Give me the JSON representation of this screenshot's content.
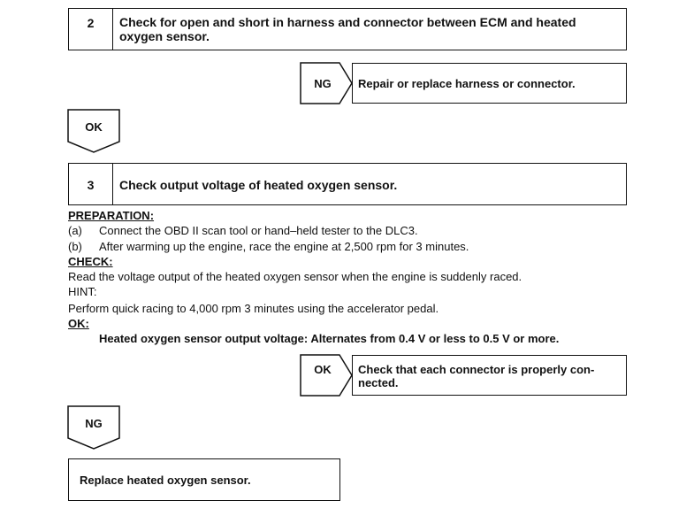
{
  "step2": {
    "number": "2",
    "title": "Check for open and short in harness and connector between ECM and heated oxygen sensor.",
    "ng_label": "NG",
    "ng_action": "Repair or replace harness or connector.",
    "ok_label": "OK"
  },
  "step3": {
    "number": "3",
    "title": "Check output voltage of heated oxygen sensor.",
    "preparation_heading": "PREPARATION:",
    "prep_items": [
      {
        "marker": "(a)",
        "text": "Connect the OBD II scan tool or hand–held tester to the DLC3."
      },
      {
        "marker": "(b)",
        "text": "After warming up the engine, race the engine at 2,500 rpm for 3 minutes."
      }
    ],
    "check_heading": "CHECK:",
    "check_text": "Read the voltage output of the heated oxygen sensor when the engine is suddenly raced.",
    "hint_heading": "HINT:",
    "hint_text": "Perform quick racing to 4,000 rpm 3 minutes using the accelerator pedal.",
    "ok_heading": "OK:",
    "ok_spec": "Heated oxygen sensor output voltage: Alternates from 0.4 V or less to 0.5 V or more.",
    "ok_label": "OK",
    "ok_action": "Check that each connector is properly con- nected.",
    "ng_label": "NG"
  },
  "final_action": "Replace heated oxygen sensor."
}
